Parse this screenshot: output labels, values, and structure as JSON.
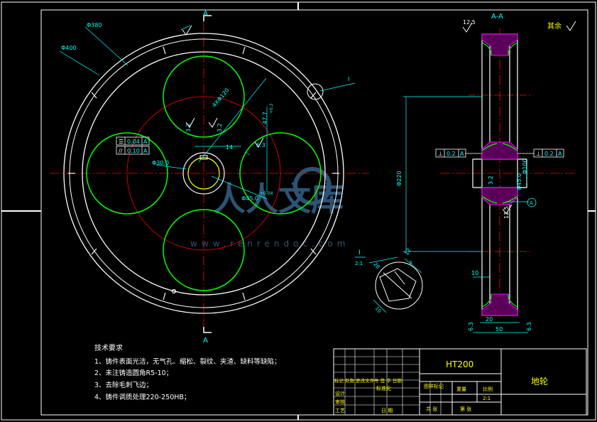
{
  "colors": {
    "background": "#000000",
    "outline": "#ffffff",
    "green": "#00ff00",
    "red": "#ff0000",
    "yellow": "#ffff00",
    "cyan": "#00ffff",
    "hatch": "#ff00ff",
    "watermark": "#3b6f9a"
  },
  "section_marks": {
    "top": "A",
    "bottom": "A"
  },
  "front_view": {
    "dim_380": "Φ380",
    "dim_400": "Φ400",
    "dim_4x120": "4XΦ120",
    "dim_hole": "Φ30.0",
    "dim_14": "14",
    "dim_bore": "Φ45.0",
    "dim_bore_tol": "+0.04",
    "dim_keyway": "47.7",
    "dim_keyway_tol": "+0.2",
    "dim_sym1": "3.2",
    "dim_sym2": "3.2",
    "dim_63": "6.3",
    "tol_flat": "0.04",
    "tol_par": "0.10",
    "tol_datum": "A",
    "detail_ref": "I"
  },
  "section_view": {
    "title": "A-A",
    "roughness_top": "12.5",
    "other_surfaces": "其余",
    "dim_220": "Φ220",
    "dim_100": "Φ100",
    "dim_45": "Φ45.0",
    "dim_12": "12",
    "dim_10": "10",
    "dim_20": "20",
    "dim_50": "50",
    "dim_63_left": "6.3",
    "dim_63_right": "6.3",
    "dim_32": "3.2",
    "roughness_mid": "12.5",
    "perp_left": "0.2",
    "perp_right": "0.2",
    "datum": "A",
    "datum_symbol": "A"
  },
  "detail": {
    "title": "I",
    "scale": "2:1",
    "dim_28": "28",
    "dim_a": "3",
    "dim_b": "10"
  },
  "watermark": {
    "text": "人人文库",
    "url": "www.renrendoc.com"
  },
  "tech_requirements": {
    "heading": "技术要求",
    "items": [
      "1、铸件表面光洁，无气孔、缩松、裂纹、夹渣、缺料等缺陷；",
      "2、未注铸造圆角R5-10；",
      "3、去除毛刺飞边；",
      "4、铸件调质处理220-250HB；"
    ]
  },
  "title_block": {
    "material": "HT200",
    "part_name": "地轮",
    "header_row": "标记 处数 更改文件号 签 字 日期",
    "design": "设计",
    "standard": "标准化",
    "review": "审核",
    "craft": "工艺",
    "date": "日 期",
    "stage_mark": "图样标记",
    "weight": "重量",
    "scale_label": "比例",
    "scale": "2:1",
    "sheet_total": "共 张",
    "sheet_no": "第 张"
  }
}
